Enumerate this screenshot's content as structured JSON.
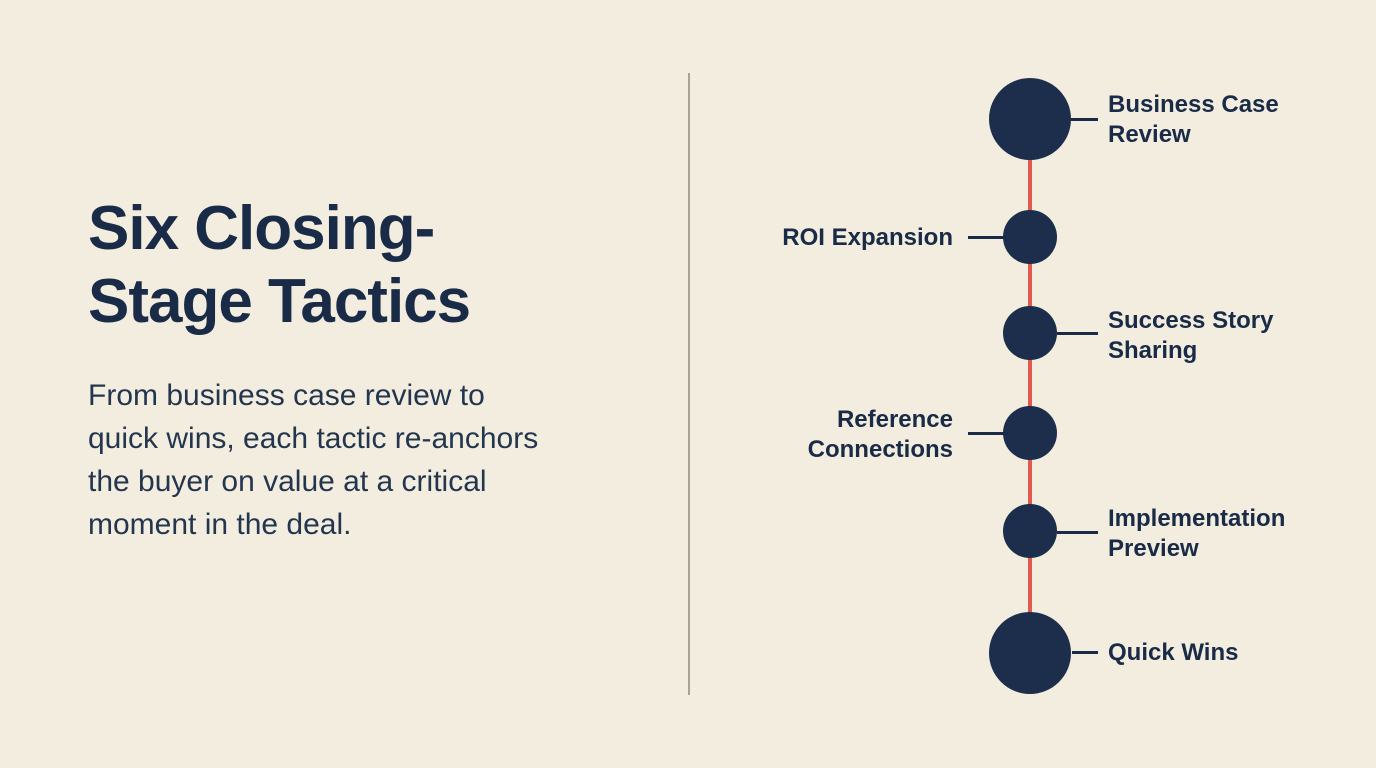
{
  "slide": {
    "title_lines": [
      "Six Closing-",
      "Stage Tactics"
    ],
    "description_lines": [
      "From business case review to",
      "quick wins, each tactic re-anchors",
      "the buyer on value at a critical",
      "moment in the deal."
    ]
  },
  "timeline": {
    "items": [
      {
        "label_lines": [
          "Business Case",
          "Review"
        ],
        "side": "right",
        "size": "large"
      },
      {
        "label_lines": [
          "ROI Expansion"
        ],
        "side": "left",
        "size": "small"
      },
      {
        "label_lines": [
          "Success Story",
          "Sharing"
        ],
        "side": "right",
        "size": "small"
      },
      {
        "label_lines": [
          "Reference",
          "Connections"
        ],
        "side": "left",
        "size": "small"
      },
      {
        "label_lines": [
          "Implementation",
          "Preview"
        ],
        "side": "right",
        "size": "small"
      },
      {
        "label_lines": [
          "Quick Wins"
        ],
        "side": "right",
        "size": "large"
      }
    ]
  },
  "colors": {
    "background": "#f2edde",
    "navy_text": "#1a2b48",
    "node_fill": "#1c2e4c",
    "spine_red": "#e05a4e",
    "divider_gray": "#a8a294"
  }
}
